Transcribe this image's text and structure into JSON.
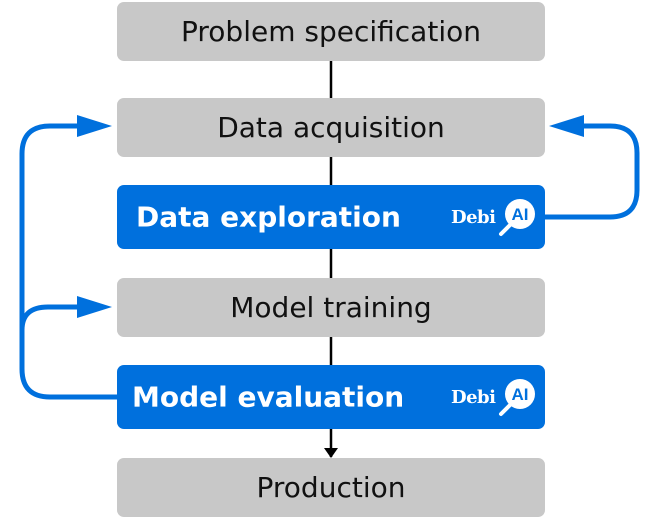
{
  "steps": [
    {
      "label": "Problem specification"
    },
    {
      "label": "Data acquisition"
    },
    {
      "label": "Data exploration",
      "tool": {
        "word": "Debi",
        "mark": "AI"
      }
    },
    {
      "label": "Model training"
    },
    {
      "label": "Model evaluation",
      "tool": {
        "word": "Debi",
        "mark": "AI"
      }
    },
    {
      "label": "Production"
    }
  ],
  "colors": {
    "highlight": "#0070dd",
    "neutral": "#c8c8c8",
    "connector": "#000000"
  }
}
